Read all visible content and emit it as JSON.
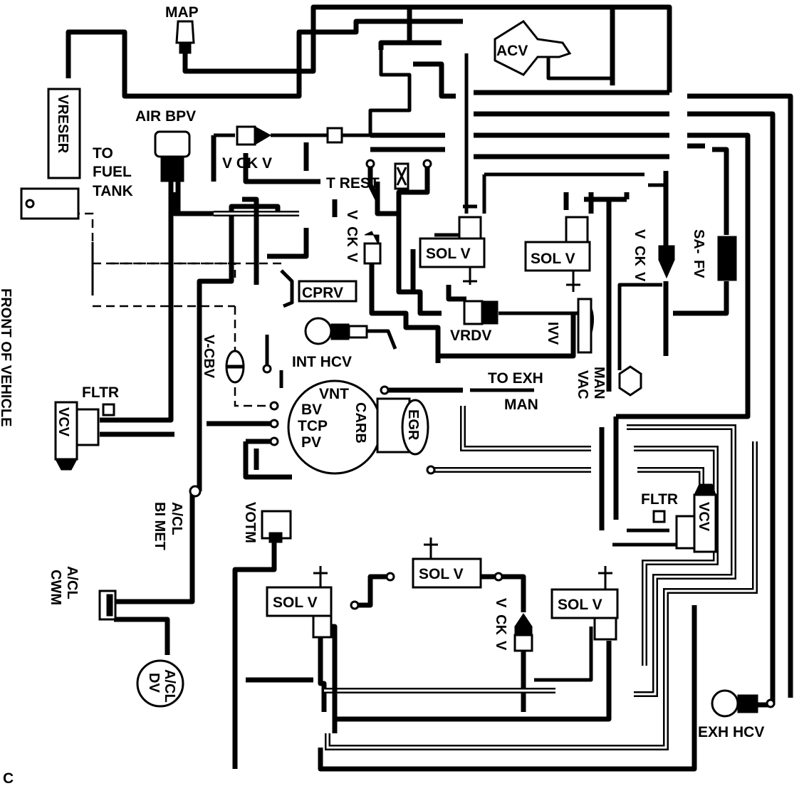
{
  "diagram": {
    "figure_letter": "C",
    "side_label": "FRONT OF VEHICLE",
    "components": {
      "map": "MAP",
      "acv": "ACV",
      "air_bpv": "AIR BPV",
      "vreser": "VRESER",
      "to_fuel_tank": [
        "TO",
        "FUEL",
        "TANK"
      ],
      "v_ck_v_top": "V CK V",
      "t_rest": "T REST",
      "v_ck_v_center": [
        "V",
        "CK",
        "V"
      ],
      "sol_v_left_upper": "SOL V",
      "sol_v_right_upper": "SOL V",
      "v_ck_v_right": [
        "V",
        "CK",
        "V"
      ],
      "sa_fv": [
        "SA-",
        "FV"
      ],
      "cprv": "CPRV",
      "vrdv": "VRDV",
      "ivv": "IVV",
      "v_cbv": "V-CBV",
      "int_hcv": "INT HCV",
      "to_exh_man": [
        "TO EXH",
        "MAN"
      ],
      "man_vac": [
        "MAN",
        "VAC"
      ],
      "fltr_left": "FLTR",
      "vcv_left": "VCV",
      "carb_ports": [
        "VNT",
        "BV",
        "TCP",
        "PV"
      ],
      "carb": "CARB",
      "egr": "EGR",
      "fltr_right": "FLTR",
      "vcv_right": "VCV",
      "acl_bimet": [
        "A/CL",
        "BI MET"
      ],
      "votm": "VOTM",
      "sol_v_center": "SOL V",
      "sol_v_left_lower": "SOL V",
      "sol_v_right_lower": "SOL V",
      "v_ck_v_lower": [
        "V",
        "CK",
        "V"
      ],
      "acl_cwm": [
        "A/CL",
        "CWM"
      ],
      "acl_dv": [
        "A/CL",
        "DV"
      ],
      "exh_hcv": "EXH HCV"
    }
  }
}
